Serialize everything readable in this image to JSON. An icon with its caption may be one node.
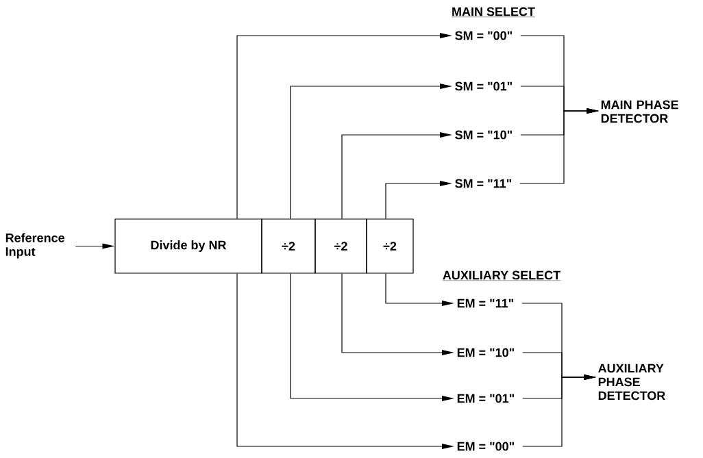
{
  "diagram": {
    "nodes": [
      {
        "text": [
          "Reference Input"
        ]
      },
      {
        "text": [
          "Divide by NR"
        ]
      },
      {
        "text": [
          "÷2"
        ]
      },
      {
        "text": [
          "÷2"
        ]
      },
      {
        "text": [
          "÷2"
        ]
      },
      {
        "text": [
          "SM = \"00\""
        ]
      },
      {
        "text": [
          "SM = \"01\""
        ]
      },
      {
        "text": [
          "SM = \"10\""
        ]
      },
      {
        "text": [
          "SM = \"11\""
        ]
      },
      {
        "text": [
          "MAIN PHASE DETECTOR"
        ]
      },
      {
        "text": [
          "EM = \"11\""
        ]
      },
      {
        "text": [
          "EM = \"10\""
        ]
      },
      {
        "text": [
          "EM = \"01\""
        ]
      },
      {
        "text": [
          "EM = \"00\""
        ]
      },
      {
        "text": [
          "AUXILIARY PHASE DETECTOR"
        ]
      }
    ],
    "edges": [
      {
        "from": 0,
        "to": 1,
        "arrow": "to"
      },
      {
        "from": 1,
        "to": 5,
        "arrow": "to"
      },
      {
        "from": 2,
        "to": 6,
        "arrow": "to"
      },
      {
        "from": 3,
        "to": 7,
        "arrow": "to"
      },
      {
        "from": 4,
        "to": 8,
        "arrow": "to"
      },
      {
        "from": 4,
        "to": 10,
        "arrow": "to"
      },
      {
        "from": 3,
        "to": 11,
        "arrow": "to"
      },
      {
        "from": 2,
        "to": 12,
        "arrow": "to"
      },
      {
        "from": 1,
        "to": 13,
        "arrow": "to"
      },
      {
        "from": 5,
        "to": 9,
        "arrow": "to"
      },
      {
        "from": 6,
        "to": 9,
        "arrow": "to"
      },
      {
        "from": 7,
        "to": 9,
        "arrow": "to"
      },
      {
        "from": 8,
        "to": 9,
        "arrow": "to"
      },
      {
        "from": 10,
        "to": 14,
        "arrow": "to"
      },
      {
        "from": 11,
        "to": 14,
        "arrow": "to"
      },
      {
        "from": 12,
        "to": 14,
        "arrow": "to"
      },
      {
        "from": 13,
        "to": 14,
        "arrow": "to"
      }
    ],
    "labels": [
      "MAIN SELECT",
      "AUXILIARY SELECT"
    ]
  }
}
